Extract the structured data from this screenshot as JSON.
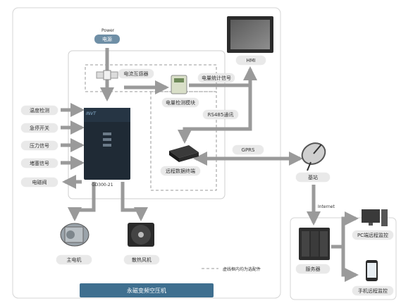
{
  "power": {
    "label_en": "Power",
    "label_cn": "电源"
  },
  "hmi": "HMI",
  "current_transformer": "电流互感器",
  "meter_module": "电量检测模块",
  "meter_signal": "电量统计信号",
  "rs485": "RS485通讯",
  "terminal": "远程数据终端",
  "inputs": [
    "温度检测",
    "急停开关",
    "压力信号",
    "堵塞信号",
    "电磁阀"
  ],
  "drive_model": "GD300-21",
  "drive_brand": "INVT",
  "gprs": "GPRS",
  "base_station": "基站",
  "internet": "Internet",
  "server": "服务器",
  "pc_monitor": "PC端远程监控",
  "phone_monitor": "手机远程监控",
  "motor": "主电机",
  "fan": "散热风机",
  "legend_note": "虚线框内均为选配件",
  "system_title": "永磁变频空压机",
  "colors": {
    "arrow": "#9a9a9a",
    "pill": "#e9e9e9",
    "banner": "#3f6f8f",
    "drive": "#1f2a35"
  }
}
